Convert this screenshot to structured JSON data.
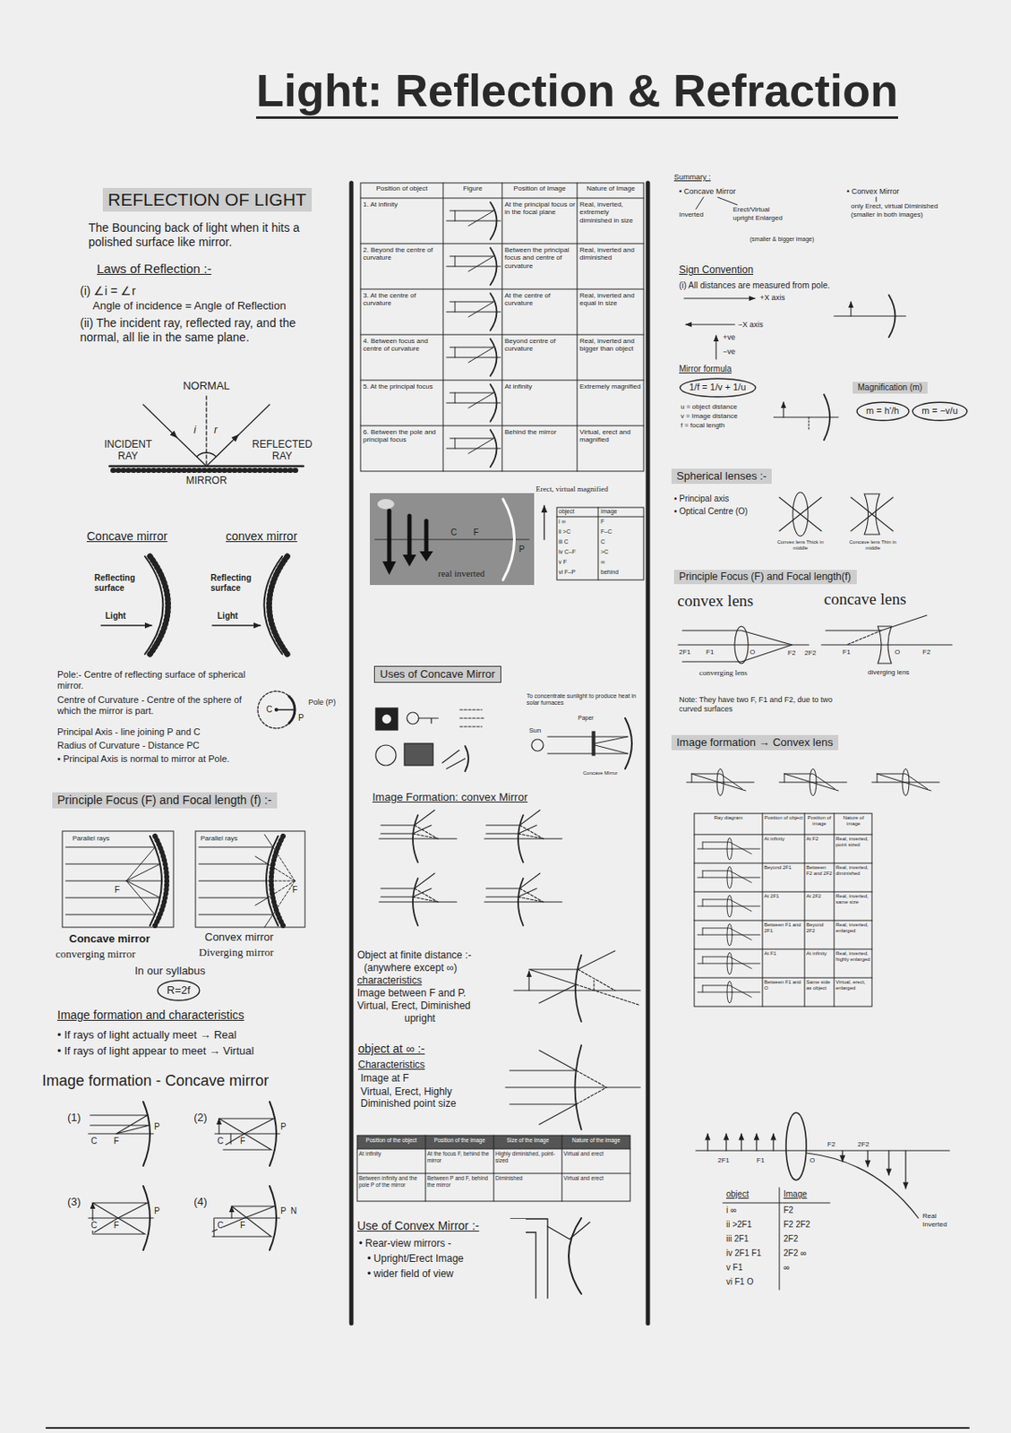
{
  "diagram": {
    "title": "Light: Reflection & Refraction",
    "nodes": [
      {
        "text": [
          "REFLECTION OF LIGHT"
        ]
      },
      {
        "text": [
          "Principle Focus (F) and Focal length (f) :-"
        ]
      },
      {
        "text": [
          "R=2f"
        ]
      },
      {
        "text": [
          "Uses of Concave Mirror"
        ]
      },
      {
        "text": [
          "1/f = 1/v + 1/u"
        ]
      },
      {
        "text": [
          "Magnification (m)"
        ]
      },
      {
        "text": [
          "m = h'/h"
        ]
      },
      {
        "text": [
          "m = −v/u"
        ]
      },
      {
        "text": [
          "Spherical lenses :-"
        ]
      },
      {
        "text": [
          "Principle Focus (F) and Focal length(f)"
        ]
      },
      {
        "text": [
          "Image formation → Convex lens"
        ]
      }
    ],
    "labels": [
      "The Bouncing back of light when it hits a polished surface like mirror.",
      "Laws of Reflection :-",
      "(i) ∠i = ∠r",
      "Angle of incidence = Angle of Reflection",
      "(ii) The incident ray, reflected ray, and the normal, all lie in the same plane.",
      "NORMAL",
      "i",
      "r",
      "INCIDENT RAY",
      "REFLECTED RAY",
      "MIRROR",
      "Concave mirror",
      "convex mirror",
      "Reflecting surface",
      "Light",
      "Reflecting surface",
      "Light",
      "Pole:- Centre of reflecting surface of spherical mirror.",
      "Centre of Curvature - Centre of the sphere of which the mirror is part.",
      "Principal Axis - line joining P and C",
      "Radius of Curvature - Distance PC",
      "• Principal Axis is normal to mirror at Pole.",
      "C",
      "P",
      "Pole (P)",
      "Parallel rays",
      "F",
      "Parallel rays",
      "F",
      "Concave mirror",
      "converging mirror",
      "Convex mirror",
      "Diverging mirror",
      "In our syllabus",
      "Image formation and characteristics",
      "• If rays of light actually meet → Real",
      "• If rays of light appear to meet → Virtual",
      "Image formation - Concave mirror",
      "(1)",
      "C",
      "F",
      "P",
      "(2)",
      "C",
      "F",
      "P",
      "(3)",
      "C",
      "F",
      "P",
      "(4)",
      "C",
      "F",
      "P",
      "N",
      "Position of object",
      "Figure",
      "Position of Image",
      "Nature of Image",
      "1. At infinity",
      "At the principal focus or in the focal plane",
      "Real, inverted, extremely diminished in size",
      "2. Beyond the centre of curvature",
      "Between the principal focus and centre of curvature",
      "Real, inverted and diminished",
      "3. At the centre of curvature",
      "At the centre of curvature",
      "Real, inverted and equal in size",
      "4. Between focus and centre of curvature",
      "Beyond centre of curvature",
      "Real, inverted and bigger than object",
      "5. At the principal focus",
      "At infinity",
      "Extremely magnified",
      "6. Between the pole and principal focus",
      "Behind the mirror",
      "Virtual, erect and magnified",
      "Erect, virtual magnified",
      "real inverted",
      "C",
      "F",
      "P",
      "object",
      "Image",
      "i ∞",
      "F",
      "ii >C",
      "F–C",
      "iii C",
      "C",
      "iv C–F",
      ">C",
      "v F",
      "∞",
      "vi F–P",
      "behind",
      "To concentrate sunlight to produce heat in solar furnaces",
      "Sun",
      "Paper",
      "Concave Mirror",
      "Image Formation: convex Mirror",
      "Object at finite distance :-",
      "(anywhere except ∞)",
      "characteristics",
      "Image between F and P.",
      "Virtual, Erect, Diminished",
      "upright",
      "object at ∞ :-",
      "Characteristics",
      "Image at F",
      "Virtual, Erect, Highly Diminished point size",
      "Position of the object",
      "Position of the image",
      "Size of the image",
      "Nature of the image",
      "At infinity",
      "At the focus F, behind the mirror",
      "Highly diminished, point-sized",
      "Virtual and erect",
      "Between infinity and the pole P of the mirror",
      "Between P and F, behind the mirror",
      "Diminished",
      "Virtual and erect",
      "Use of Convex Mirror :-",
      "• Rear-view mirrors -",
      "• Upright/Erect Image",
      "• wider field of view",
      "Summary :",
      "• Concave Mirror",
      "Inverted",
      "Erect/Virtual upright Enlarged",
      "(smaller & bigger image)",
      "• Convex Mirror",
      "only Erect, virtual Diminished (smaller in both images)",
      "Sign Convention",
      "(i) All distances are measured from pole.",
      "+X axis",
      "−X axis",
      "+ve",
      "−ve",
      "Mirror formula",
      "u = object distance",
      "v = Image distance",
      "f = focal length",
      "• Principal axis",
      "• Optical Centre (O)",
      "Convex lens Thick in middle",
      "Concave lens Thin in middle",
      "convex lens",
      "concave lens",
      "2F1",
      "F1",
      "O",
      "F2",
      "2F2",
      "F1",
      "O",
      "F2",
      "converging lens",
      "diverging lens",
      "Note: They have two F, F1 and F2, due to two curved surfaces",
      "Ray diagram",
      "Position of object",
      "Position of image",
      "Nature of image",
      "At infinity",
      "At F2",
      "Real, inverted, point sized",
      "Beyond 2F1",
      "Between F2 and 2F2",
      "Real, inverted, diminished",
      "At 2F1",
      "At 2F2",
      "Real, inverted, same size",
      "Between F1 and 2F1",
      "Beyond 2F2",
      "Real, inverted, enlarged",
      "At F1",
      "At infinity",
      "Real, inverted, highly enlarged",
      "Between F1 and O",
      "Same side as object",
      "Virtual, erect, enlarged",
      "2F1",
      "F1",
      "O",
      "F2",
      "2F2",
      "Real Inverted",
      "object",
      "Image",
      "i ∞",
      "F2",
      "ii >2F1",
      "F2 2F2",
      "iii 2F1",
      "2F2",
      "iv 2F1 F1",
      "2F2 ∞",
      "v F1",
      "∞",
      "vi F1 O"
    ]
  }
}
